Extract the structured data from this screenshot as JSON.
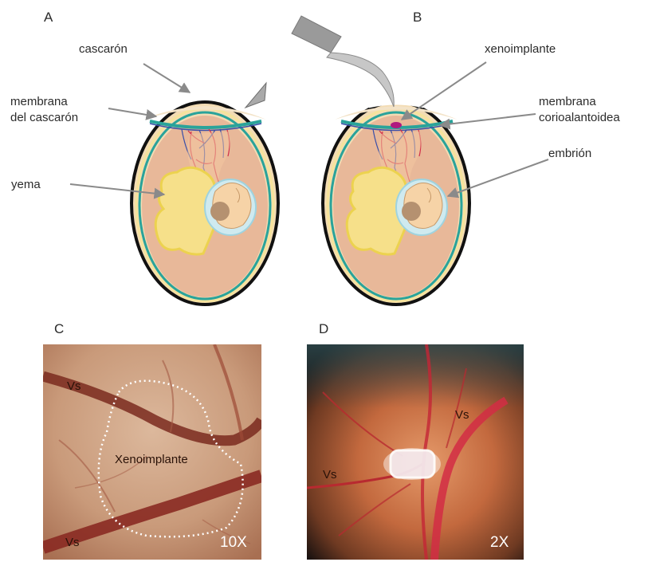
{
  "panels": {
    "a": {
      "letter": "A"
    },
    "b": {
      "letter": "B"
    },
    "c": {
      "letter": "C",
      "vessel_top": "Vs",
      "vessel_bottom": "Vs",
      "xenograft": "Xenoimplante",
      "magnification": "10X"
    },
    "d": {
      "letter": "D",
      "vessel_right": "Vs",
      "vessel_left": "Vs",
      "magnification": "2X"
    }
  },
  "labels": {
    "shell": "cascarón",
    "shell_membrane_line1": "membrana",
    "shell_membrane_line2": "del cascarón",
    "yolk": "yema",
    "xenograft": "xenoimplante",
    "cam_line1": "membrana",
    "cam_line2": "corioalantoidea",
    "embryo": "embrión"
  },
  "colors": {
    "shell": "#111111",
    "albumen": "#e8b899",
    "yolk": "#f6e08a",
    "membrane_teal": "#2aa39a",
    "vessel_red": "#d2304a",
    "vessel_blue": "#3a4fa8",
    "xenograft_purple": "#b0187f",
    "arrow_gray": "#8a8a8a"
  }
}
